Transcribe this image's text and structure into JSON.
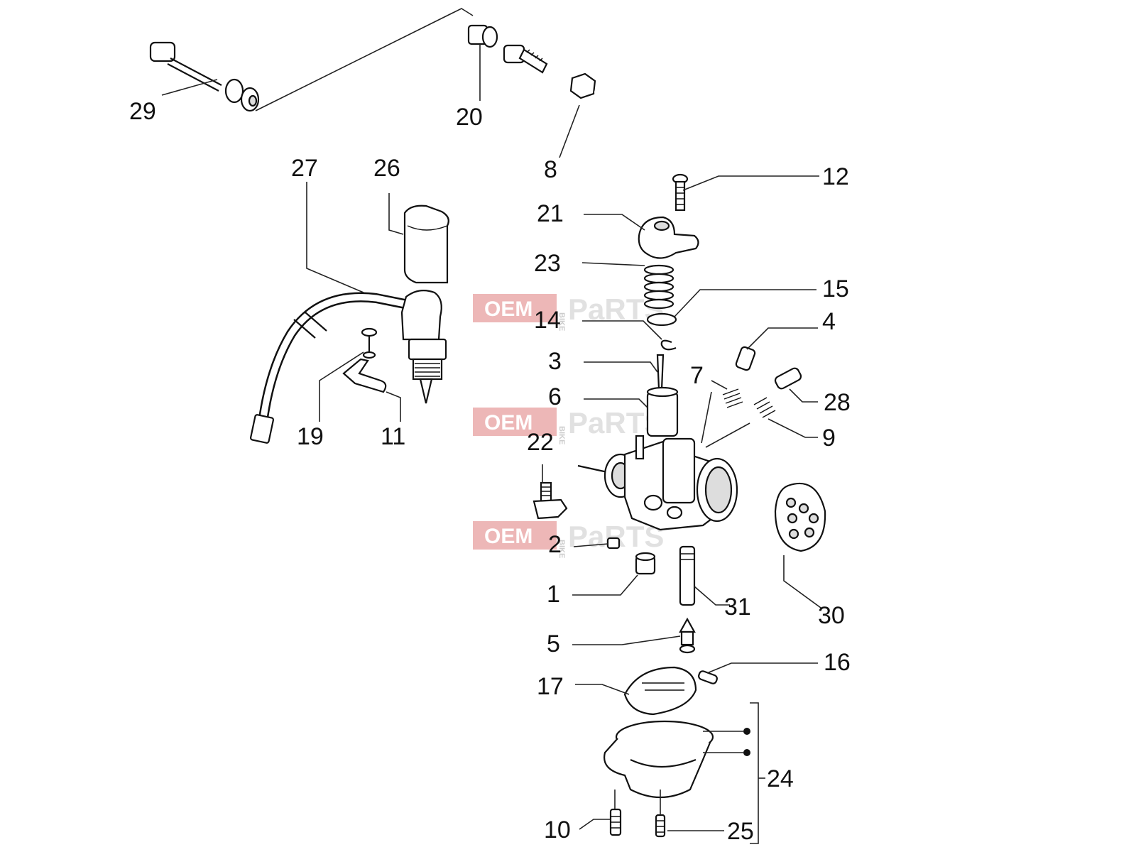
{
  "watermark": {
    "brand_left": "OEM",
    "brand_right": "PaRTS",
    "small": "BIKE",
    "color": "#e23b3b"
  },
  "callouts": [
    {
      "id": "29",
      "text": "29"
    },
    {
      "id": "20",
      "text": "20"
    },
    {
      "id": "8",
      "text": "8"
    },
    {
      "id": "27",
      "text": "27"
    },
    {
      "id": "26",
      "text": "26"
    },
    {
      "id": "12",
      "text": "12"
    },
    {
      "id": "21",
      "text": "21"
    },
    {
      "id": "23",
      "text": "23"
    },
    {
      "id": "15",
      "text": "15"
    },
    {
      "id": "14",
      "text": "14"
    },
    {
      "id": "4",
      "text": "4"
    },
    {
      "id": "3",
      "text": "3"
    },
    {
      "id": "7",
      "text": "7"
    },
    {
      "id": "28",
      "text": "28"
    },
    {
      "id": "6",
      "text": "6"
    },
    {
      "id": "9",
      "text": "9"
    },
    {
      "id": "19",
      "text": "19"
    },
    {
      "id": "11",
      "text": "11"
    },
    {
      "id": "22",
      "text": "22"
    },
    {
      "id": "2",
      "text": "2"
    },
    {
      "id": "1",
      "text": "1"
    },
    {
      "id": "31",
      "text": "31"
    },
    {
      "id": "30",
      "text": "30"
    },
    {
      "id": "5",
      "text": "5"
    },
    {
      "id": "16",
      "text": "16"
    },
    {
      "id": "17",
      "text": "17"
    },
    {
      "id": "24",
      "text": "24"
    },
    {
      "id": "10",
      "text": "10"
    },
    {
      "id": "25",
      "text": "25"
    }
  ]
}
